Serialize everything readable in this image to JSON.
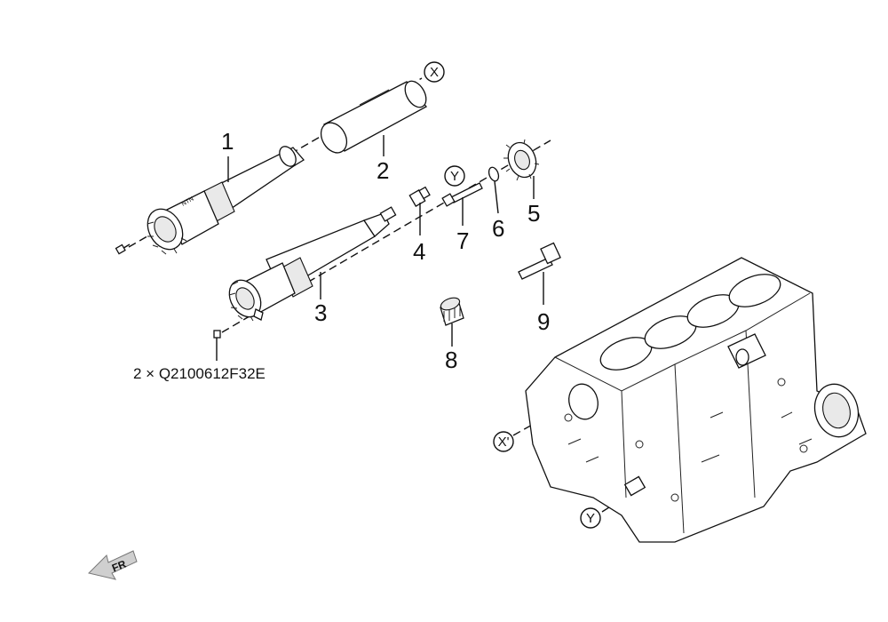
{
  "callouts": {
    "p1": "1",
    "p2": "2",
    "p3": "3",
    "p4": "4",
    "p5": "5",
    "p6": "6",
    "p7": "7",
    "p8": "8",
    "p9": "9"
  },
  "circles": {
    "x": "X",
    "y": "Y",
    "x2": "X'",
    "y2": "Y"
  },
  "bolt_note": "2 × Q2100612F32E",
  "front_marker": "FR"
}
